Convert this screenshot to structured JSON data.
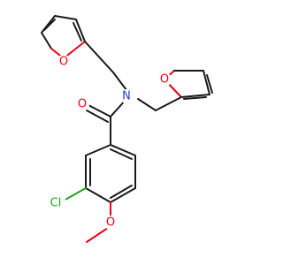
{
  "colors": {
    "bond": "#1a1a1a",
    "oxygen": "#e8001a",
    "nitrogen": "#1f3ed6",
    "chlorine": "#1aa61a"
  },
  "atoms": {
    "o_furan_left": "O",
    "o_furan_right": "O",
    "n_amide": "N",
    "o_carbonyl": "O",
    "cl": "Cl",
    "o_methoxy": "O"
  }
}
